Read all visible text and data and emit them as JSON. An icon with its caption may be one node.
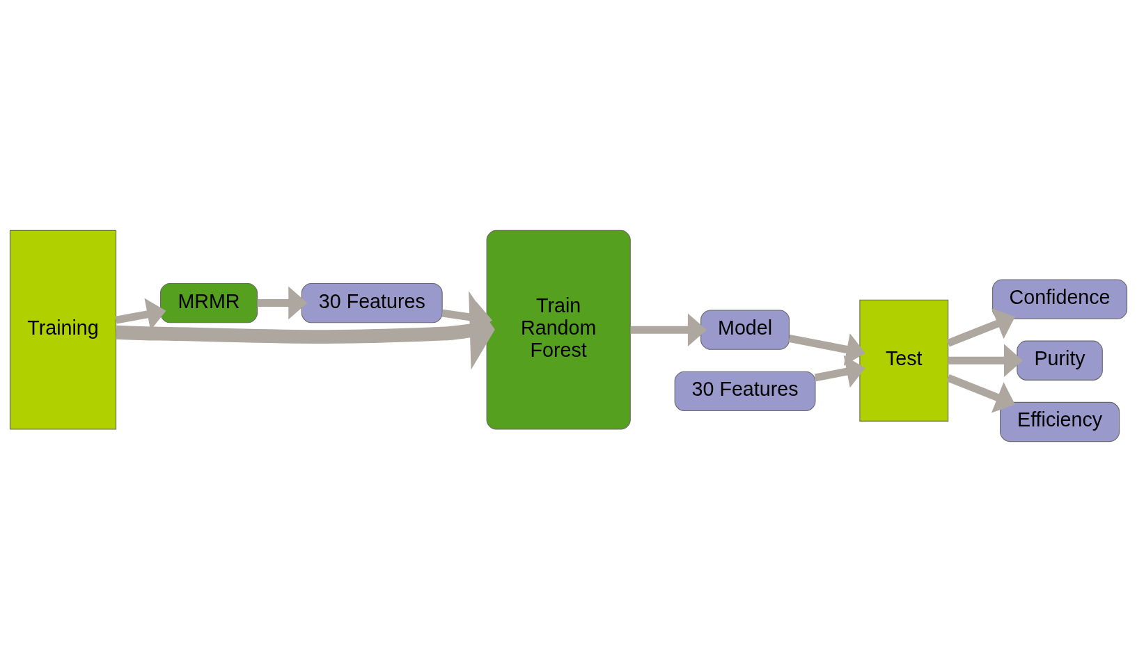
{
  "diagram": {
    "nodes": [
      {
        "text": [
          "Training"
        ]
      },
      {
        "text": [
          "MRMR"
        ]
      },
      {
        "text": [
          "30 Features"
        ]
      },
      {
        "text": [
          "Train Random Forest"
        ]
      },
      {
        "text": [
          "Model"
        ]
      },
      {
        "text": [
          "30 Features"
        ]
      },
      {
        "text": [
          "Test"
        ]
      },
      {
        "text": [
          "Confidence"
        ]
      },
      {
        "text": [
          "Purity"
        ]
      },
      {
        "text": [
          "Efficiency"
        ]
      }
    ],
    "edges": [
      {
        "from": 0,
        "to": 1,
        "arrow": "to"
      },
      {
        "from": 1,
        "to": 2,
        "arrow": "to"
      },
      {
        "from": 2,
        "to": 3,
        "arrow": "to"
      },
      {
        "from": 0,
        "to": 3,
        "arrow": "to",
        "style": "thick"
      },
      {
        "from": 3,
        "to": 4,
        "arrow": "to"
      },
      {
        "from": 4,
        "to": 6,
        "arrow": "to"
      },
      {
        "from": 5,
        "to": 6,
        "arrow": "to"
      },
      {
        "from": 6,
        "to": 7,
        "arrow": "to"
      },
      {
        "from": 6,
        "to": 8,
        "arrow": "to"
      },
      {
        "from": 6,
        "to": 9,
        "arrow": "to"
      }
    ]
  }
}
